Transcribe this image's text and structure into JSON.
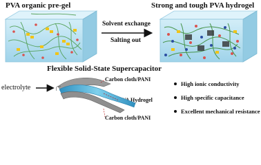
{
  "top": {
    "left_title": "PVA organic pre-gel",
    "right_title": "Strong and tough PVA hydrogel",
    "process_step_1": "Solvent exchange",
    "process_step_2": "Salting out"
  },
  "device": {
    "title": "Flexible Solid-State Supercapacitor",
    "input_label": "electrolyte",
    "layer_top": "Carbon cloth/PANI",
    "layer_mid": "PVA Hydrogel",
    "layer_bottom": "Carbon cloth/PANI"
  },
  "properties": [
    "High ionic conductivity",
    "High specific capacitance",
    "Excellent mechanical resistance"
  ],
  "colors": {
    "box_fill": "#bfe4f2",
    "box_top": "#d9f0f9",
    "box_side": "#8ccbe5",
    "chain_green": "#4a9b4a",
    "particle_yellow": "#f0c419",
    "particle_red": "#d9534f",
    "particle_blue": "#2b4ea2",
    "hydrogel_blue": "#3aa0c8",
    "cloth_gray": "#8a8a8a",
    "arrow": "#111111"
  }
}
